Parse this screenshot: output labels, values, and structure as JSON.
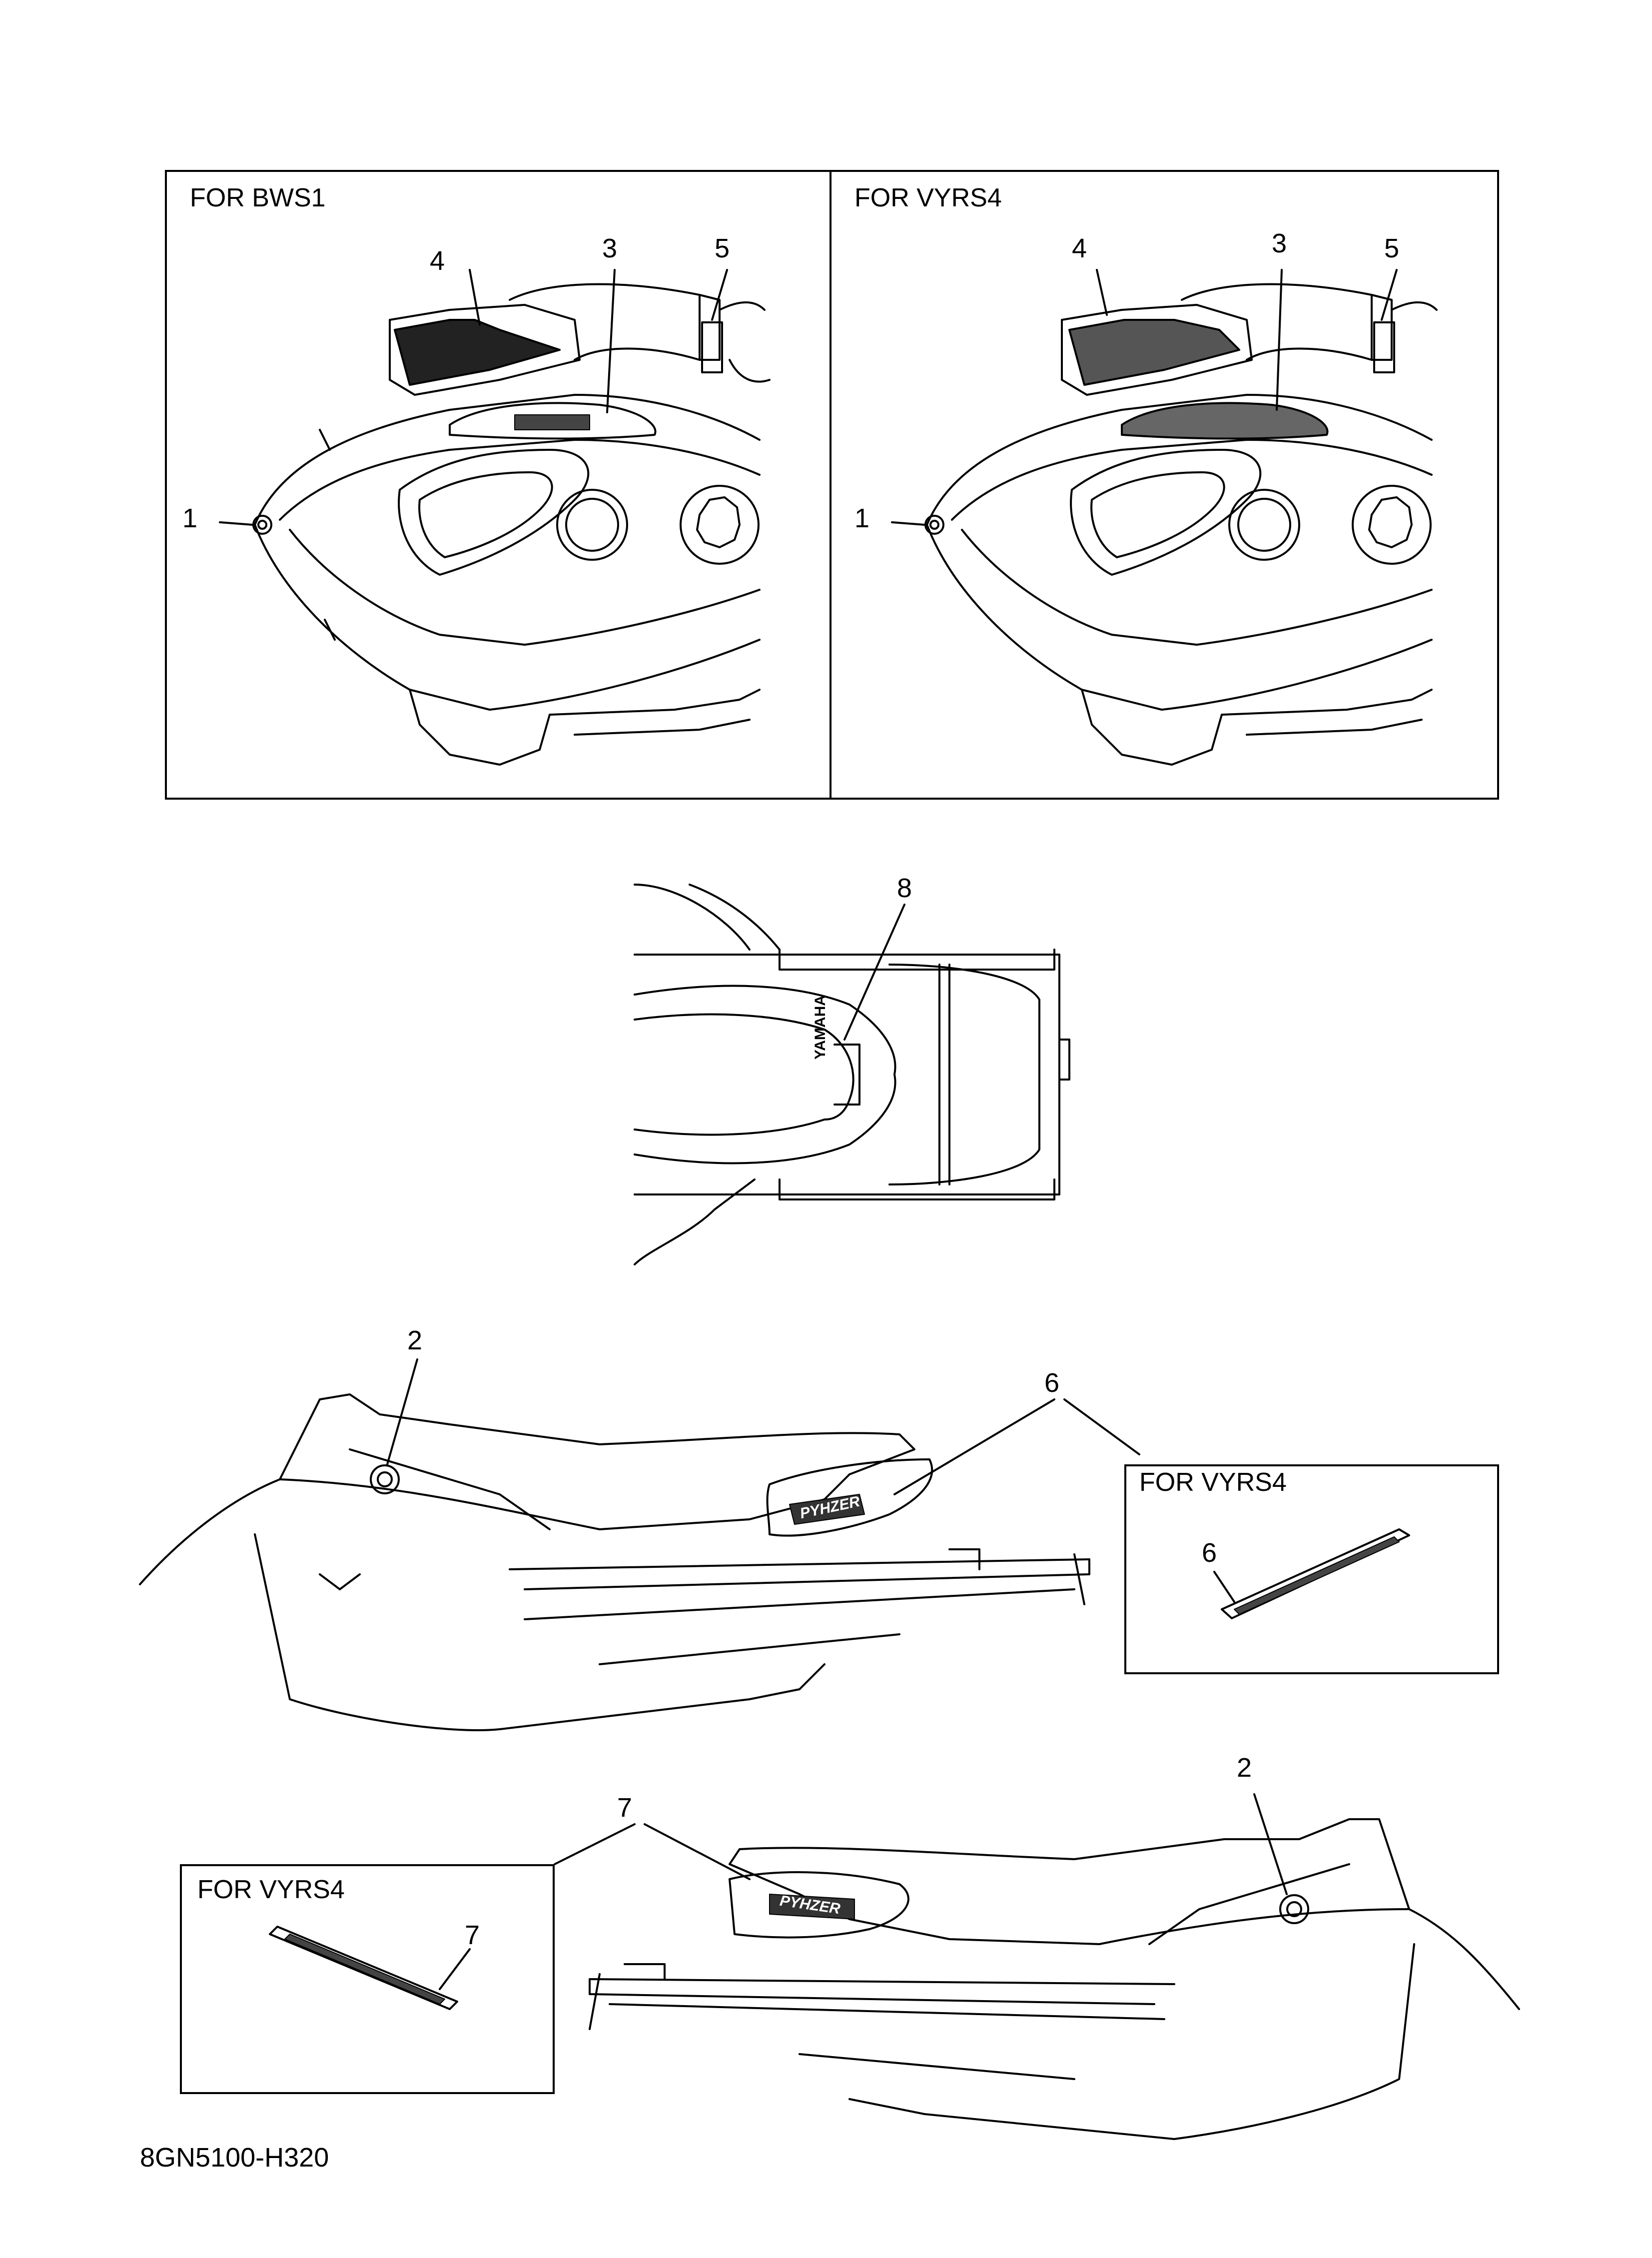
{
  "panels": {
    "bws1_label": "FOR BWS1",
    "vyrs4_top_label": "FOR VYRS4",
    "vyrs4_side6_label": "FOR VYRS4",
    "vyrs4_side7_label": "FOR VYRS4"
  },
  "callouts": {
    "bws1": [
      "1",
      "3",
      "4",
      "5"
    ],
    "vyrs4": [
      "1",
      "3",
      "4",
      "5"
    ],
    "rear": "8",
    "left_side": [
      "2",
      "6"
    ],
    "inset6": "6",
    "right_side": [
      "2",
      "7"
    ],
    "inset7": "7"
  },
  "decal_text": {
    "rear": "YAMAHA",
    "side": "PYHZER"
  },
  "diagram_code": "8GN5100-H320"
}
